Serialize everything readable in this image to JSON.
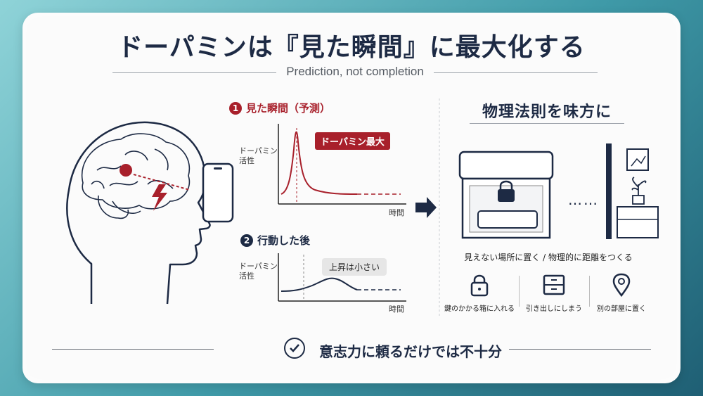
{
  "title": "ドーパミンは『見た瞬間』に最大化する",
  "subtitle": "Prediction, not completion",
  "step1": {
    "num": "1",
    "label": "見た瞬間（予測）"
  },
  "step2": {
    "num": "2",
    "label": "行動した後"
  },
  "chart1": {
    "ylabel_line1": "ドーパミン",
    "ylabel_line2": "活性",
    "xlabel": "時間",
    "annotation": "ドーパミン最大"
  },
  "chart2": {
    "ylabel_line1": "ドーパミン",
    "ylabel_line2": "活性",
    "xlabel": "時間",
    "annotation": "上昇は小さい"
  },
  "right": {
    "title": "物理法則を味方に",
    "caption": "見えない場所に置く / 物理的に距離をつくる",
    "options": [
      {
        "label": "鍵のかかる箱に入れる",
        "icon": "lock-icon"
      },
      {
        "label": "引き出しにしまう",
        "icon": "drawer-icon"
      },
      {
        "label": "別の部屋に置く",
        "icon": "location-pin-icon"
      }
    ]
  },
  "bottom": {
    "text": "意志力に頼るだけでは不十分",
    "icon": "check-circle-icon"
  },
  "colors": {
    "accent": "#a8202b",
    "navy": "#1d2a44"
  }
}
